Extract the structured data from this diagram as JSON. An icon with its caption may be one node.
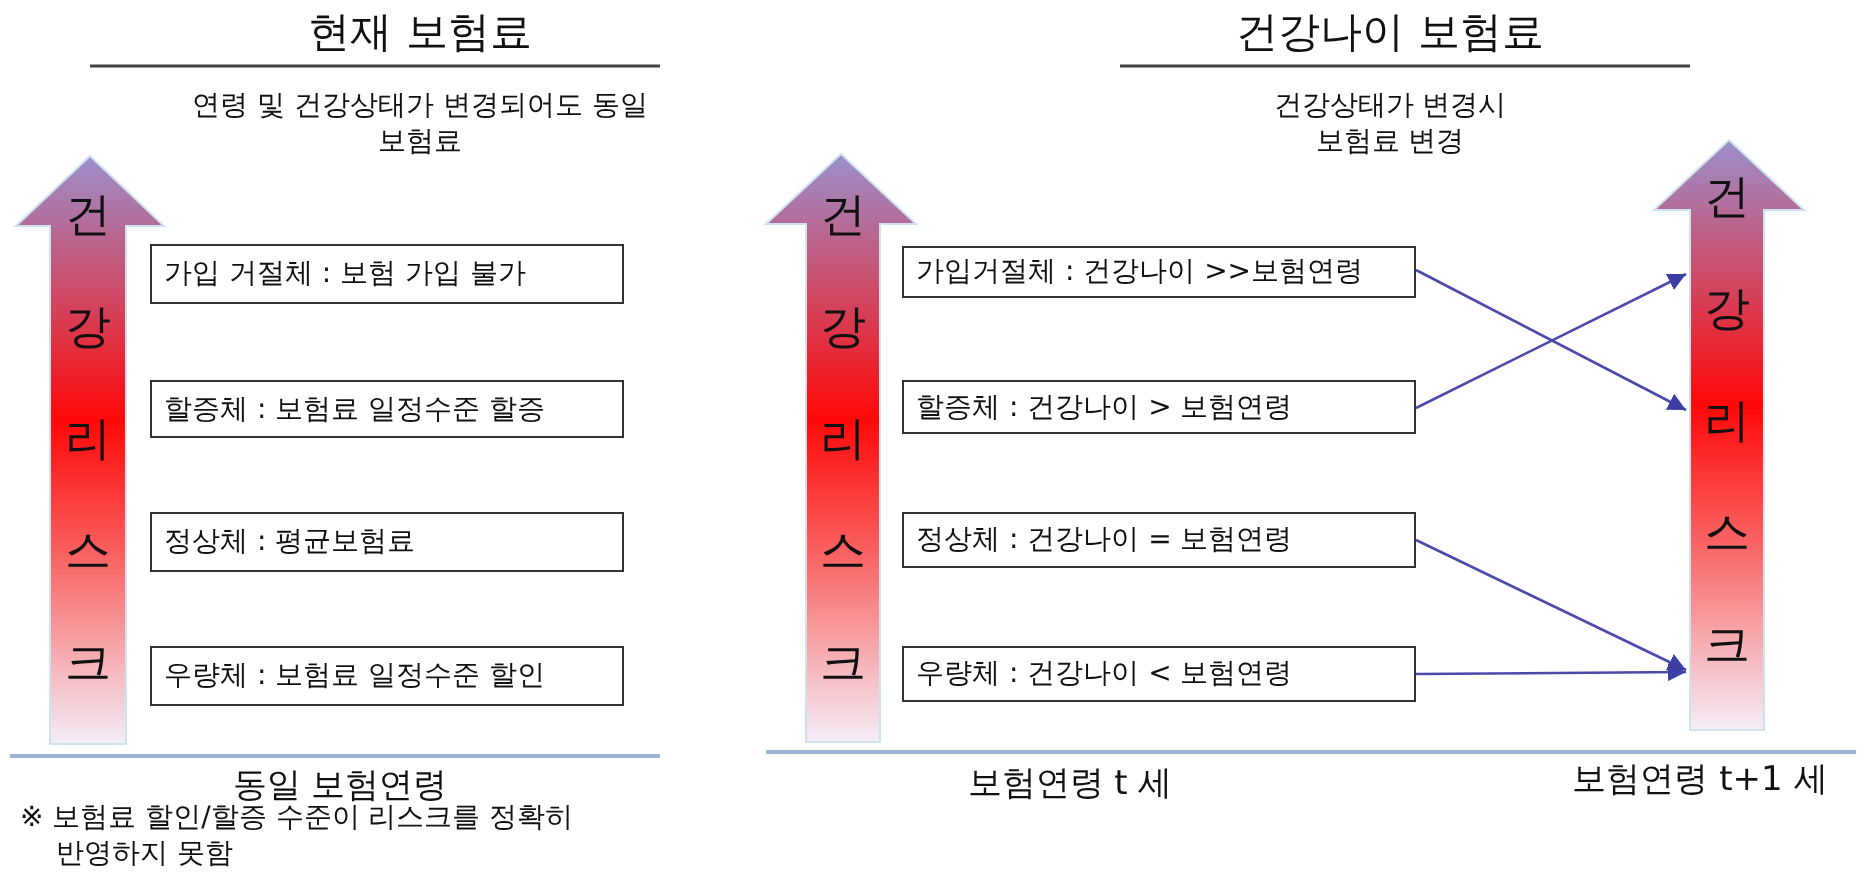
{
  "diagram": {
    "nodes": [
      {
        "text": [
          "건강리스크"
        ]
      },
      {
        "text": [
          "가입 거절체 : 보험 가입 불가"
        ]
      },
      {
        "text": [
          "할증체 : 보험료 일정수준 할증"
        ]
      },
      {
        "text": [
          "정상체 : 평균보험료"
        ]
      },
      {
        "text": [
          "우량체 : 보험료 일정수준 할인"
        ]
      },
      {
        "text": [
          "건강리스크"
        ]
      },
      {
        "text": [
          "가입거절체 : 건강나이 >>보험연령"
        ]
      },
      {
        "text": [
          "할증체 : 건강나이 > 보험연령"
        ]
      },
      {
        "text": [
          "정상체 : 건강나이 = 보험연령"
        ]
      },
      {
        "text": [
          "우량체 : 건강나이 < 보험연령"
        ]
      },
      {
        "text": [
          "건강리스크"
        ]
      }
    ],
    "edges": [
      {
        "from": 6,
        "to": 10,
        "arrow": "to"
      },
      {
        "from": 7,
        "to": 10,
        "arrow": "to"
      },
      {
        "from": 8,
        "to": 10,
        "arrow": "to"
      },
      {
        "from": 9,
        "to": 10,
        "arrow": "to"
      }
    ],
    "labels": [
      "현재 보험료",
      "건강나이 보험료",
      "연령 및 건강상태가 변경되어도 동일 보험료",
      "건강상태가 변경시 보험료 변경",
      "동일 보험연령",
      "보험연령 t 세",
      "보험연령 t+1 세",
      "※ 보험료 할인/할증 수준이 리스크를 정확히 반영하지 못함"
    ]
  }
}
